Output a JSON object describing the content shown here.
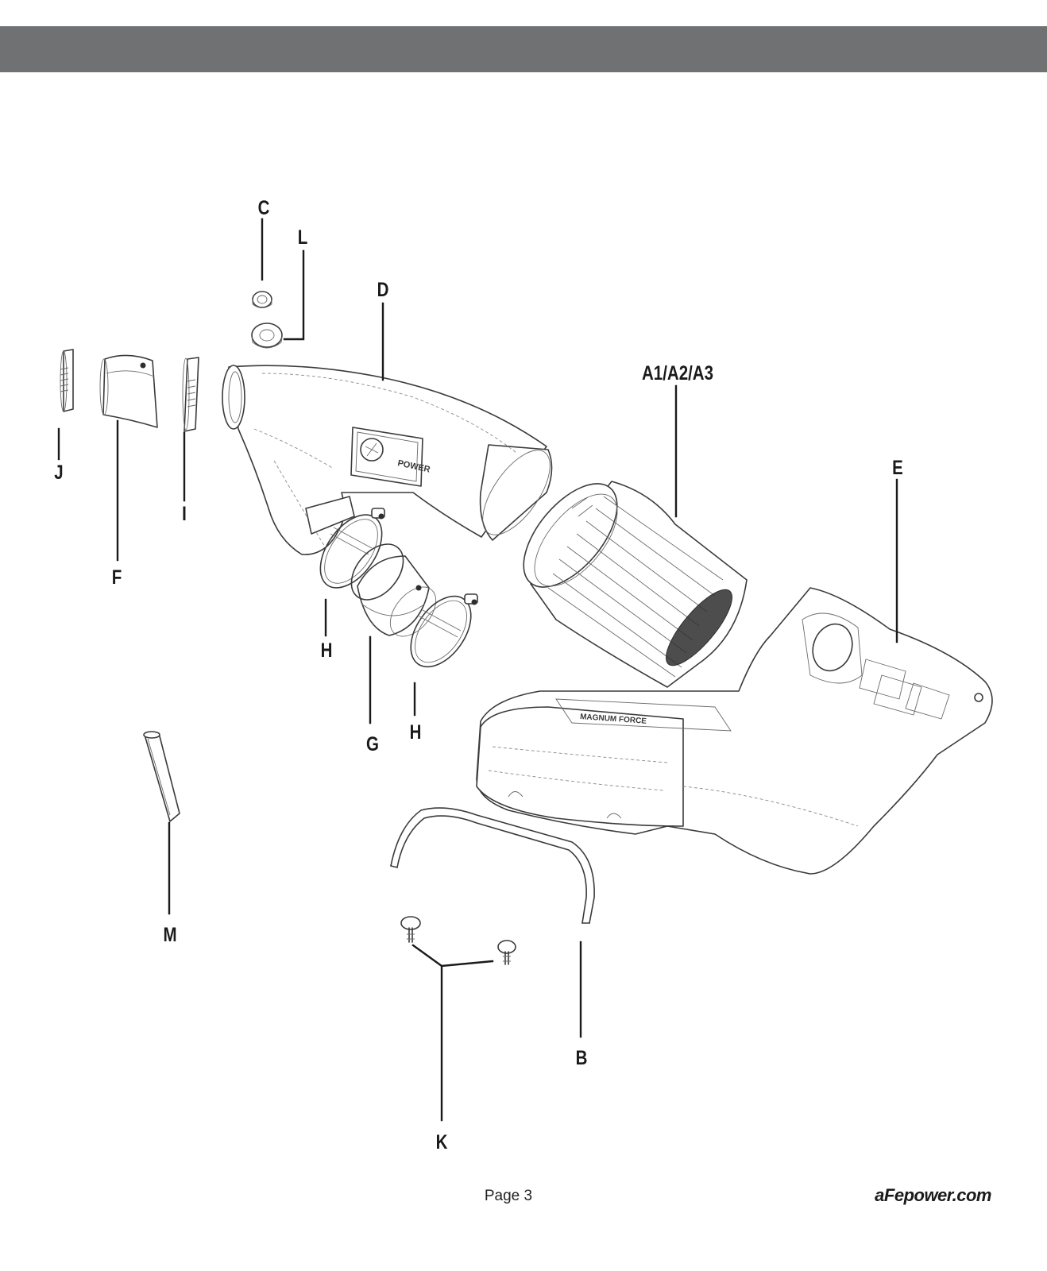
{
  "colors": {
    "header_bar": "#707173",
    "line_art": "#3a3a3a",
    "callout_text": "#1a1a1a"
  },
  "parts": {
    "A": {
      "label": "A1/A2/A3"
    },
    "B": {
      "label": "B"
    },
    "C": {
      "label": "C"
    },
    "D": {
      "label": "D"
    },
    "E": {
      "label": "E"
    },
    "F": {
      "label": "F"
    },
    "G": {
      "label": "G"
    },
    "H1": {
      "label": "H"
    },
    "H2": {
      "label": "H"
    },
    "I": {
      "label": "I"
    },
    "J": {
      "label": "J"
    },
    "K": {
      "label": "K"
    },
    "L": {
      "label": "L"
    },
    "M": {
      "label": "M"
    }
  },
  "footer": {
    "page": "Page 3",
    "website": "aFepower.com"
  }
}
